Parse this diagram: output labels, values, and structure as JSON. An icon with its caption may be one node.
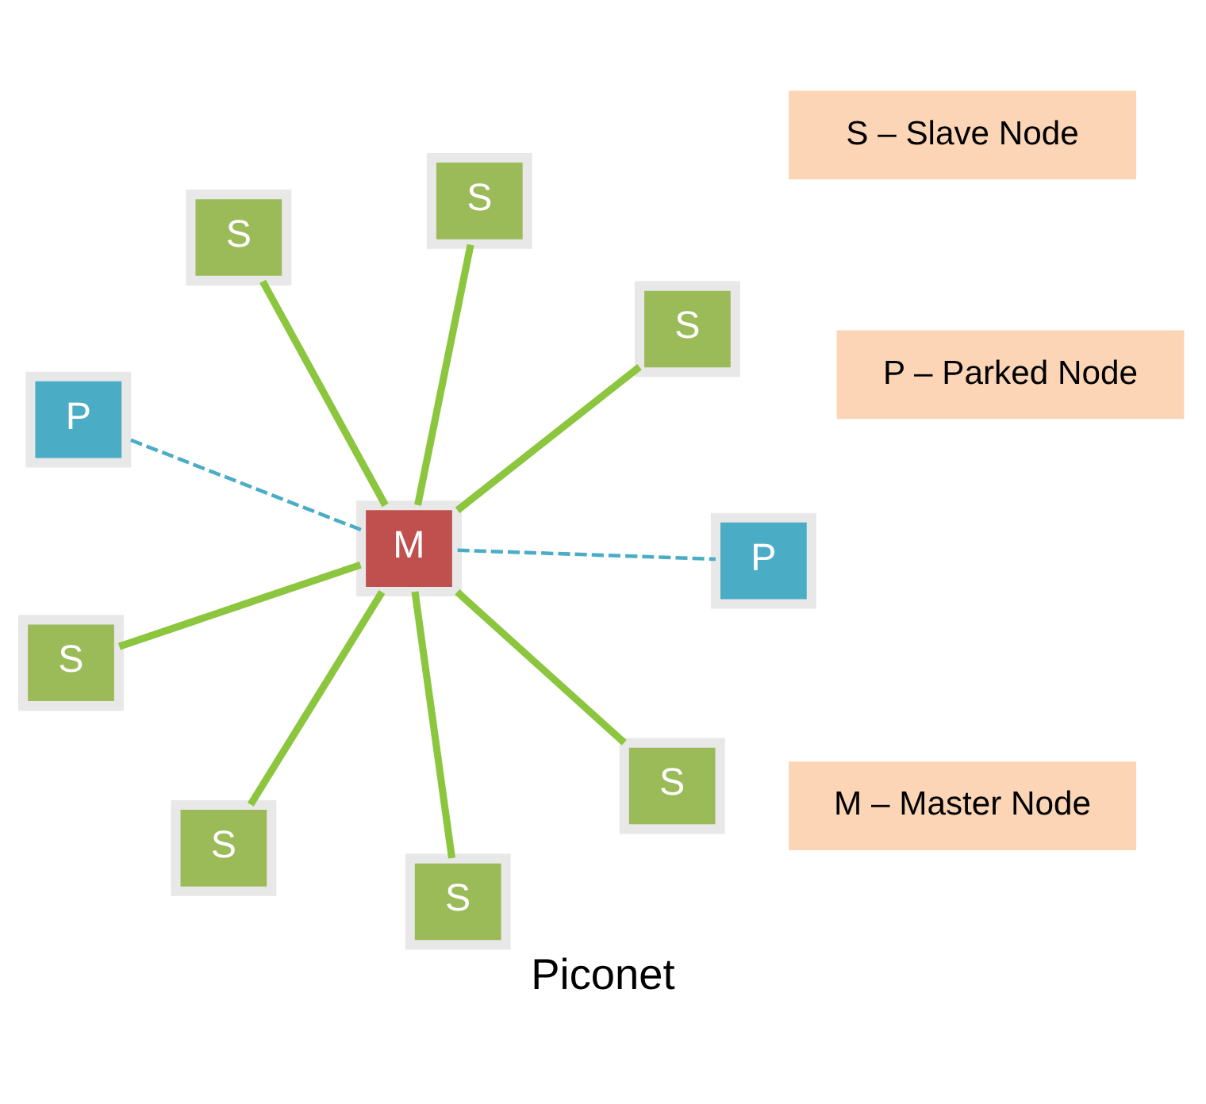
{
  "diagram": {
    "caption": "Piconet",
    "nodes": [
      {
        "text": [
          "P"
        ]
      },
      {
        "text": [
          "S"
        ]
      },
      {
        "text": [
          "S"
        ]
      },
      {
        "text": [
          "S"
        ]
      },
      {
        "text": [
          "M"
        ]
      },
      {
        "text": [
          "S"
        ]
      },
      {
        "text": [
          "S"
        ]
      },
      {
        "text": [
          "P"
        ]
      },
      {
        "text": [
          "S"
        ]
      },
      {
        "text": [
          "S"
        ]
      }
    ],
    "edges": [
      {
        "from": 4,
        "to": 0,
        "arrow": "none",
        "style": "dashed",
        "color": "#4bacc6"
      },
      {
        "from": 4,
        "to": 1,
        "arrow": "none"
      },
      {
        "from": 4,
        "to": 2,
        "arrow": "none"
      },
      {
        "from": 4,
        "to": 3,
        "arrow": "none"
      },
      {
        "from": 4,
        "to": 5,
        "arrow": "none"
      },
      {
        "from": 4,
        "to": 6,
        "arrow": "none"
      },
      {
        "from": 4,
        "to": 7,
        "arrow": "none",
        "style": "dashed",
        "color": "#4bacc6"
      },
      {
        "from": 4,
        "to": 8,
        "arrow": "none"
      },
      {
        "from": 4,
        "to": 9,
        "arrow": "none"
      }
    ],
    "labels": [
      "M – Master Node",
      "S – Slave Node",
      "P – Parked Node"
    ]
  }
}
